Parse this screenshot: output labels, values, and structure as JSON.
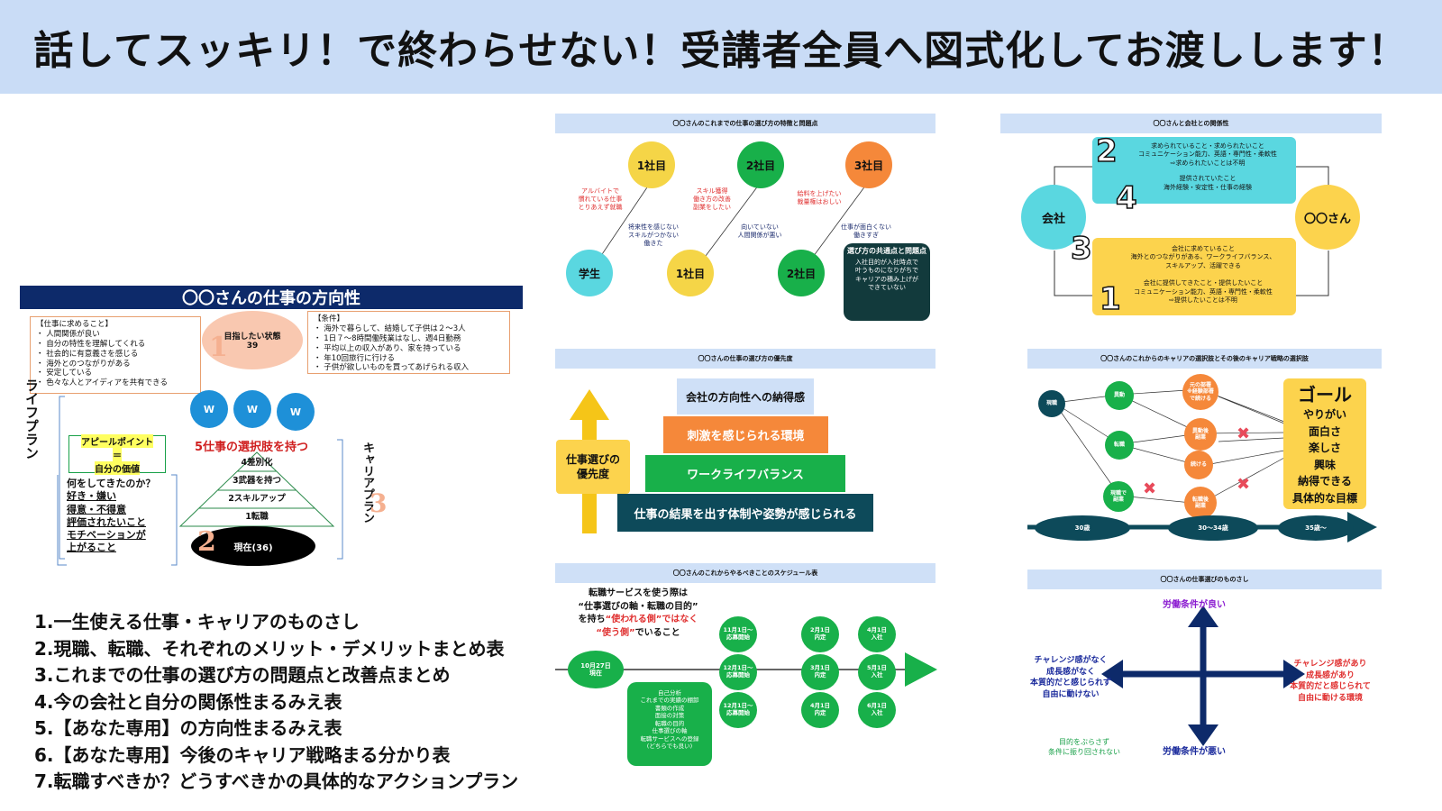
{
  "banner": {
    "title": "話してスッキリ！で終わらせない！受講者全員へ図式化してお渡しします！"
  },
  "direction": {
    "title": "〇〇さんの仕事の方向性",
    "wants_header": "【仕事に求めること】",
    "wants": [
      "人間関係が良い",
      "自分の特性を理解してくれる",
      "社会的に有意義さを感じる",
      "海外とのつながりがある",
      "安定している",
      "色々な人とアイディアを共有できる"
    ],
    "goal_label": "目指したい状態",
    "goal_age": "39",
    "goal_num": "1",
    "cond_header": "【条件】",
    "conditions": [
      "海外で暮らして、結婚して子供は２〜3人",
      "1日７〜8時間働残業はなし、週4日勤務",
      "平均以上の収入があり、家を持っている",
      "年10回旅行に行ける",
      "子供が欲しいものを買ってあげられる収入"
    ],
    "w": "W",
    "life_plan": "ライフプラン",
    "career_plan": "キャリアプラン",
    "career_num": "3",
    "appeal_title": "アピールポイント",
    "appeal_eq": "＝",
    "appeal_value": "自分の価値",
    "history": [
      "何をしてきたのか？",
      "好き・嫌い",
      "得意・不得意",
      "評価されたいこと",
      "モチベーションが",
      "上がること"
    ],
    "five_title": "5仕事の選択肢を持つ",
    "pyramid": [
      "4差別化",
      "3武器を持つ",
      "2スキルアップ",
      "1転職"
    ],
    "current": "現在(36)",
    "current_num": "2"
  },
  "outputs": [
    "1.一生使える仕事・キャリアのものさし",
    "2.現職、転職、それぞれのメリット・デメリットまとめ表",
    "3.これまでの仕事の選び方の問題点と改善点まとめ",
    "4.今の会社と自分の関係性まるみえ表",
    "5.【あなた専用】の方向性まるみえ表",
    "6.【あなた専用】今後のキャリア戦略まる分かり表",
    "7.転職すべきか？どうすべきかの具体的なアクションプラン"
  ],
  "p1": {
    "title": "〇〇さんのこれまでの仕事の選び方の特徴と問題点",
    "top": [
      "1社目",
      "2社目",
      "3社目"
    ],
    "bottom": [
      "学生",
      "1社目",
      "2社目"
    ],
    "red": [
      "アルバイトで\n慣れている仕事\nとりあえず就職",
      "スキル獲得\n働き方の改善\n副業をしたい",
      "給料を上げたい\n裁量権はおしい"
    ],
    "navy": [
      "将来性を感じない\nスキルがつかない\n働きた",
      "向いていない\n人間関係が悪い",
      "仕事が面白くない\n働きすぎ"
    ],
    "box_title": "選び方の共通点と問題点",
    "box_body": "入社目的が入社時点で\n叶うものになりがちで\nキャリアの積み上げが\nできていない",
    "colors": {
      "yellow": "#f5d547",
      "green": "#18b04a",
      "orange": "#f5883a",
      "cyan": "#5ad7e0",
      "dark": "#123a3c"
    }
  },
  "p2": {
    "title": "〇〇さんと会社との関係性",
    "company": "会社",
    "person": "〇〇さん",
    "cyan_lines": [
      "求められていること・求められたいこと",
      "コミュニケーション能力、英語・専門性・柔軟性",
      "⇨求められたいことは不明",
      "",
      "提供されていたこと",
      "海外経験・安定性・仕事の経験"
    ],
    "yellow_lines": [
      "会社に求めていること",
      "海外とのつながりがある、ワークライフバランス、",
      "スキルアップ、活躍できる",
      "",
      "会社に提供してきたこと・提供したいこと",
      "コミュニケーション能力、英語・専門性・柔軟性",
      "⇨提供したいことは不明"
    ],
    "nums": [
      "2",
      "4",
      "3",
      "1"
    ]
  },
  "p3": {
    "title": "〇〇さんの仕事の選び方の優先度",
    "arrow_label": "仕事選びの\n優先度",
    "levels": [
      "会社の方向性への納得感",
      "刺激を感じられる環境",
      "ワークライフバランス",
      "仕事の結果を出す体制や姿勢が感じられる"
    ]
  },
  "p4": {
    "title": "〇〇さんのこれからのキャリアの選択肢とその後のキャリア戦略の選択肢",
    "nodes": [
      "現職",
      "異動",
      "転職",
      "現職で\n副業",
      "元の部署\n※経験部署\nで続ける",
      "異動後\n副業",
      "続ける",
      "転職後\n副業"
    ],
    "timeline": [
      "30歳",
      "30〜34歳",
      "35歳〜"
    ],
    "goal": "ゴール",
    "goal_items": [
      "やりがい",
      "面白さ",
      "楽しさ",
      "興味",
      "納得できる",
      "具体的な目標"
    ],
    "cross": "✖"
  },
  "p5": {
    "title": "〇〇さんのこれからやるべきことのスケジュール表",
    "note_l1": "転職サービスを使う際は",
    "note_l2": "“仕事選びの軸・転職の目的”",
    "note_l3a": "を持ち",
    "note_l3b": "“使われる側”ではなく",
    "note_l4a": "“使う側”",
    "note_l4b": "でいること",
    "start": "10月27日\n現在",
    "tasks": "自己分析\nこれまでの実績の棚卸\n書類の作成\n面接の対策\n転職の目的\n仕事選びの軸\n転職サービスへの登録\n(どちらでも良い)",
    "dates": [
      "11月1日〜\n応募開始",
      "12月1日〜\n応募開始",
      "12月1日〜\n応募開始",
      "2月1日\n内定",
      "3月1日\n内定",
      "4月1日\n内定",
      "4月1日\n入社",
      "5月1日\n入社",
      "6月1日\n入社"
    ]
  },
  "p6": {
    "title": "〇〇さんの仕事選びのものさし",
    "top": "労働条件が良い",
    "bottom": "労働条件が悪い",
    "left": "チャレンジ感がなく\n成長感がなく\n本質的だと感じられず\n自由に動けない",
    "right": "チャレンジ感があり\n成長感があり\n本質的だと感じられて\n自由に動ける環境",
    "note": "目的をぶらさず\n条件に振り回されない"
  }
}
